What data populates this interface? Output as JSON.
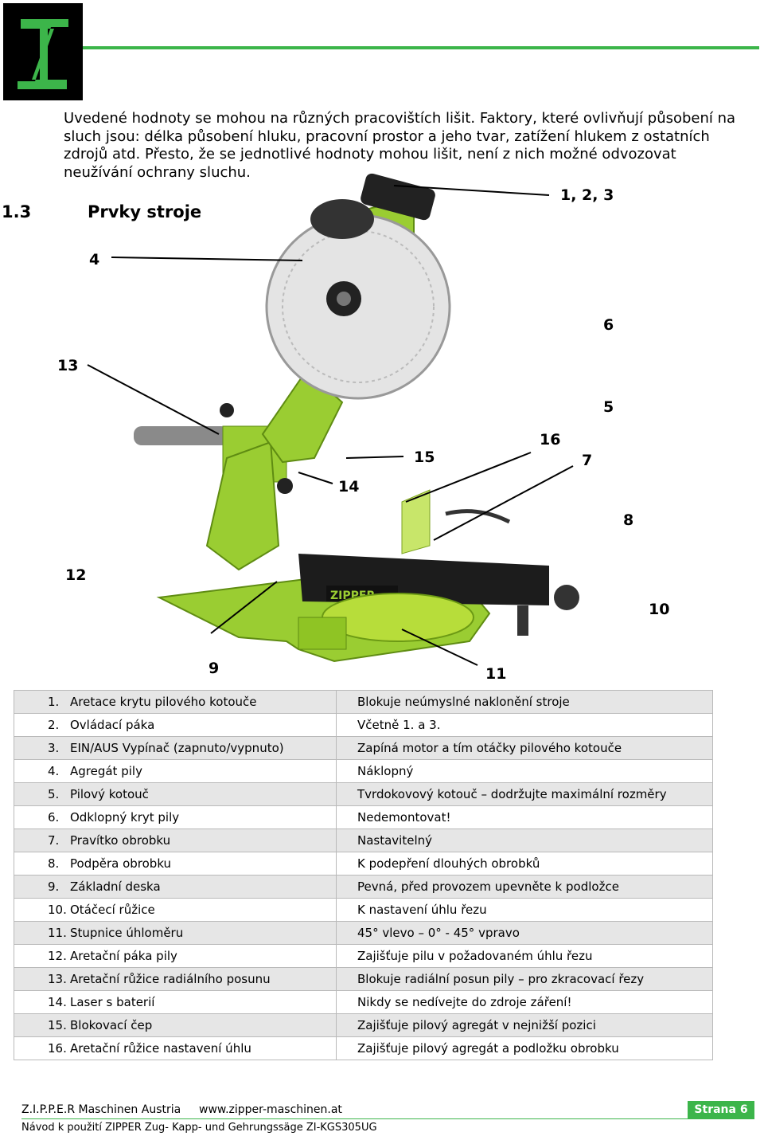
{
  "brand": {
    "color": "#3cb54a"
  },
  "intro_text": "Uvedené hodnoty se mohou na různých pracovištích lišit. Faktory, které ovlivňují působení na sluch jsou: délka působení hluku, pracovní prostor a jeho tvar, zatížení hlukem z ostatních zdrojů atd. Přesto, že se jednotlivé hodnoty mohou lišit, není z nich možné odvozovat neužívání ochrany sluchu.",
  "section": {
    "number": "1.3",
    "title": "Prvky stroje"
  },
  "callouts": {
    "c123": "1, 2, 3",
    "c4": "4",
    "c6": "6",
    "c13": "13",
    "c5": "5",
    "c16": "16",
    "c15": "15",
    "c7": "7",
    "c14": "14",
    "c8": "8",
    "c12": "12",
    "c10": "10",
    "c9": "9",
    "c11": "11"
  },
  "machine_label": "ZIPPER",
  "parts": [
    {
      "num": "1.",
      "name": "Aretace krytu pilového kotouče",
      "desc": "Blokuje neúmyslné naklonění stroje"
    },
    {
      "num": "2.",
      "name": "Ovládací páka",
      "desc": "Včetně 1. a 3."
    },
    {
      "num": "3.",
      "name": "EIN/AUS Vypínač (zapnuto/vypnuto)",
      "desc": "Zapíná motor a tím otáčky pilového kotouče"
    },
    {
      "num": "4.",
      "name": "Agregát pily",
      "desc": "Náklopný"
    },
    {
      "num": "5.",
      "name": "Pilový kotouč",
      "desc": "Tvrdokovový kotouč – dodržujte maximální rozměry"
    },
    {
      "num": "6.",
      "name": "Odklopný kryt pily",
      "desc": "Nedemontovat!"
    },
    {
      "num": "7.",
      "name": "Pravítko obrobku",
      "desc": "Nastavitelný"
    },
    {
      "num": "8.",
      "name": "Podpěra obrobku",
      "desc": "K podepření dlouhých obrobků"
    },
    {
      "num": "9.",
      "name": "Základní deska",
      "desc": "Pevná, před provozem upevněte k podložce"
    },
    {
      "num": "10.",
      "name": "Otáčecí růžice",
      "desc": "K nastavení úhlu řezu"
    },
    {
      "num": "11.",
      "name": "Stupnice úhloměru",
      "desc": "45° vlevo – 0° - 45° vpravo"
    },
    {
      "num": "12.",
      "name": "Aretační páka pily",
      "desc": "Zajišťuje pilu v požadovaném úhlu řezu"
    },
    {
      "num": "13.",
      "name": "Aretační růžice radiálního posunu",
      "desc": "Blokuje radiální posun pily – pro zkracovací řezy"
    },
    {
      "num": "14.",
      "name": "Laser s baterií",
      "desc": "Nikdy se nedívejte do zdroje záření!"
    },
    {
      "num": "15.",
      "name": "Blokovací čep",
      "desc": "Zajišťuje pilový agregát v nejnižší pozici"
    },
    {
      "num": "16.",
      "name": "Aretační růžice nastavení úhlu",
      "desc": "Zajišťuje pilový agregát a podložku obrobku"
    }
  ],
  "footer": {
    "company": "Z.I.P.P.E.R Maschinen Austria",
    "url": "www.zipper-maschinen.at",
    "page": "Strana 6",
    "manual": "Návod k použití ZIPPER Zug- Kapp- und Gehrungssäge ZI-KGS305UG"
  }
}
